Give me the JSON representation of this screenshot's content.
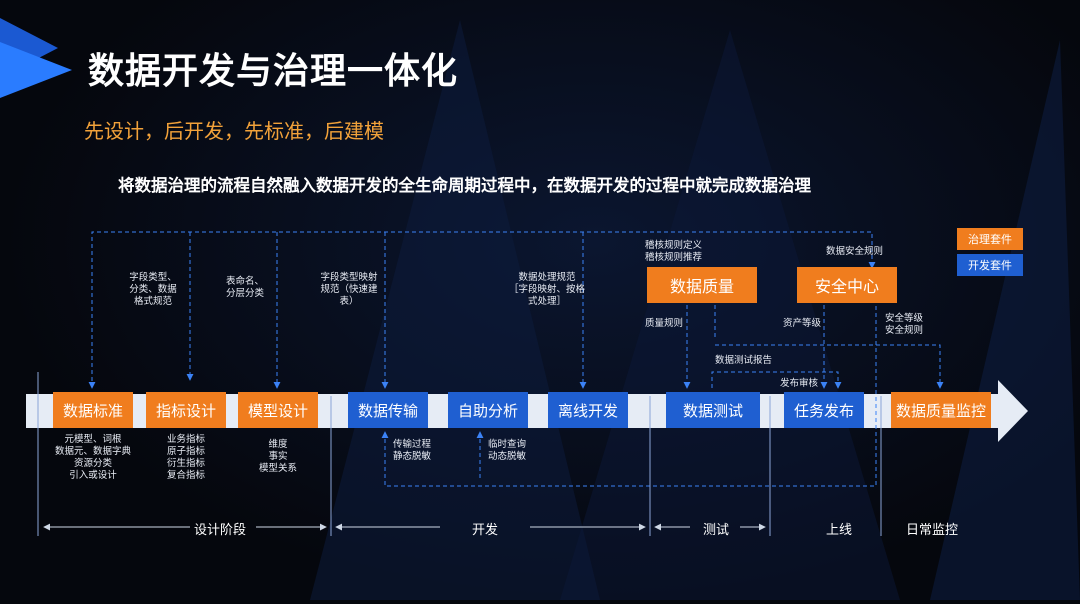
{
  "header": {
    "title": "数据开发与治理一体化",
    "subtitle": "先设计，后开发，先标准，后建模",
    "description": "将数据治理的流程自然融入数据开发的全生命周期过程中，在数据开发的过程中就完成数据治理"
  },
  "legend": {
    "governance": "治理套件",
    "development": "开发套件"
  },
  "colors": {
    "orange": "#f07d1e",
    "blue": "#1f5fd1",
    "dashed": "#3b82f6",
    "arrow": "#e6ecf5"
  },
  "steps": [
    "数据标准",
    "指标设计",
    "模型设计",
    "数据传输",
    "自助分析",
    "离线开发",
    "数据测试",
    "任务发布",
    "数据质量监控"
  ],
  "top_boxes": {
    "quality": "数据质量",
    "security": "安全中心"
  },
  "notes": {
    "std_below": [
      "元模型、词根",
      "数据元、数据字典",
      "资源分类",
      "引入或设计"
    ],
    "ind_below": [
      "业务指标",
      "原子指标",
      "衍生指标",
      "复合指标"
    ],
    "mdl_below": [
      "维度",
      "事实",
      "模型关系"
    ],
    "trans_below": [
      "传输过程",
      "静态脱敏"
    ],
    "anal_below": [
      "临时查询",
      "动态脱敏"
    ],
    "ind_above": [
      "字段类型、",
      "分类、数据",
      "格式规范"
    ],
    "mdl_above": [
      "表命名、",
      "分层分类"
    ],
    "trans_above": [
      "字段类型映射",
      "规范（快速建",
      "表）"
    ],
    "off_above": [
      "数据处理规范",
      "［字段映射、按格",
      "式处理］"
    ],
    "quality_above": [
      "稽核规则定义",
      "稽核规则推荐"
    ],
    "quality_rule": "质量规则",
    "security_rule": "数据安全规则",
    "asset_level": "资产等级",
    "security_level": [
      "安全等级",
      "安全规则"
    ],
    "test_report": "数据测试报告",
    "publish_review": "发布审核"
  },
  "stages": [
    "设计阶段",
    "开发",
    "测试",
    "上线",
    "日常监控"
  ]
}
